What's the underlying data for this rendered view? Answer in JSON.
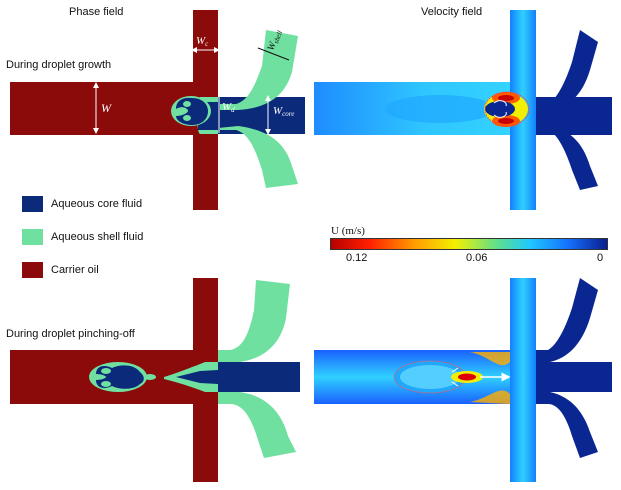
{
  "titles": {
    "phase": "Phase field",
    "velocity": "Velocity field"
  },
  "captions": {
    "growth": "During droplet growth",
    "pinching": "During droplet pinching-off"
  },
  "dimensions": {
    "W": "W",
    "Wc": "c",
    "Wshell": "shell",
    "Wd": "d",
    "Wcore": "core",
    "W_letter": "W"
  },
  "legend": {
    "items": [
      {
        "label": "Aqueous core fluid",
        "color": "#0b2a7a"
      },
      {
        "label": "Aqueous shell fluid",
        "color": "#6fe0a0"
      },
      {
        "label": "Carrier oil",
        "color": "#8b0a0a"
      }
    ]
  },
  "colorbar": {
    "title": "U (m/s)",
    "ticks": [
      "0.12",
      "0.06",
      "0"
    ],
    "colors": [
      "#b80000",
      "#ff2000",
      "#ff9a00",
      "#f2f000",
      "#60e08a",
      "#20c8ff",
      "#1570ff",
      "#0a1c8c"
    ]
  },
  "colors": {
    "oil": "#8b0a0a",
    "shell": "#6fe0a0",
    "core": "#0b2a7a",
    "vel_bg": "#0d3fd8",
    "vel_mid": "#2bb8ff",
    "vel_low": "#0a2690"
  }
}
